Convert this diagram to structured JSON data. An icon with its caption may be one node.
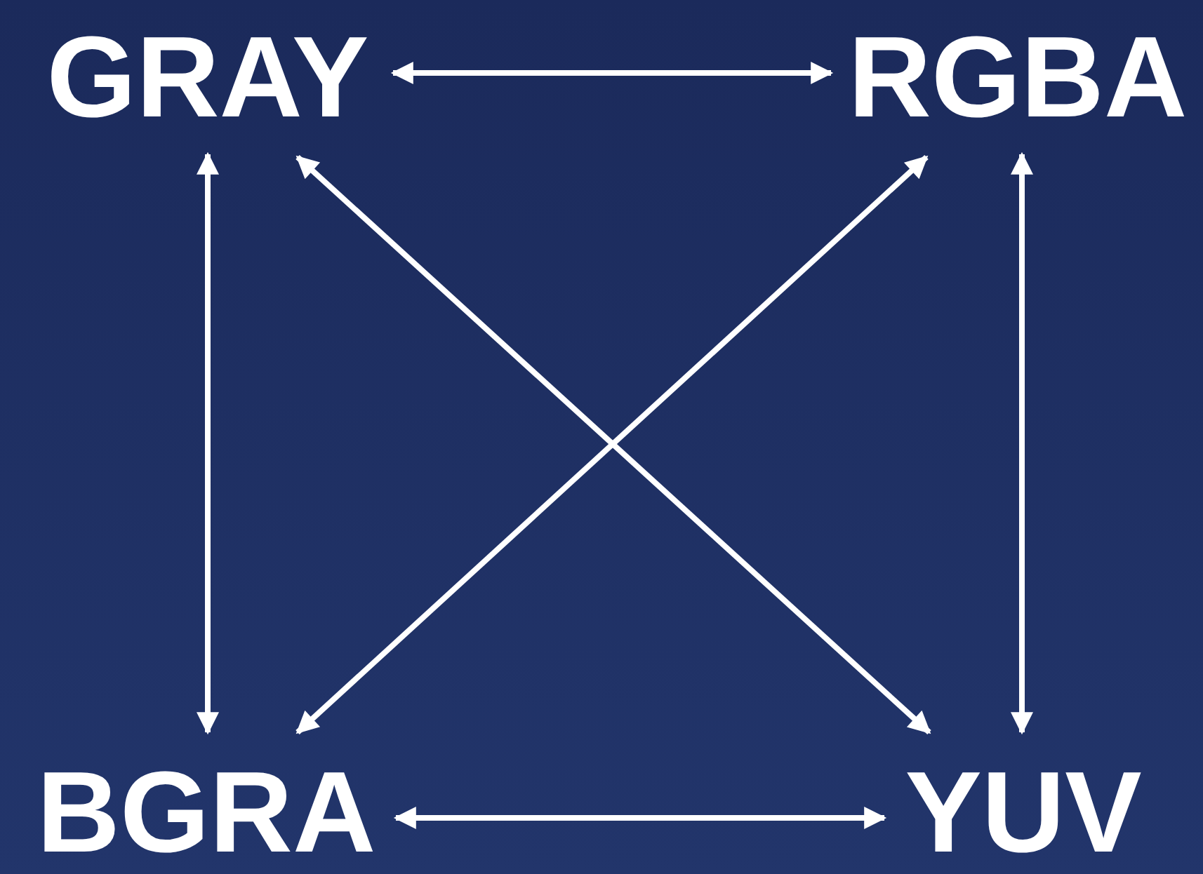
{
  "diagram": {
    "nodes": [
      {
        "text": [
          "GRAY"
        ]
      },
      {
        "text": [
          "RGBA"
        ]
      },
      {
        "text": [
          "BGRA"
        ]
      },
      {
        "text": [
          "YUV"
        ]
      }
    ],
    "edges": [
      {
        "from": 0,
        "to": 1,
        "arrow": "both"
      },
      {
        "from": 0,
        "to": 2,
        "arrow": "both"
      },
      {
        "from": 0,
        "to": 3,
        "arrow": "both"
      },
      {
        "from": 1,
        "to": 2,
        "arrow": "both"
      },
      {
        "from": 1,
        "to": 3,
        "arrow": "both"
      },
      {
        "from": 2,
        "to": 3,
        "arrow": "both"
      }
    ]
  }
}
